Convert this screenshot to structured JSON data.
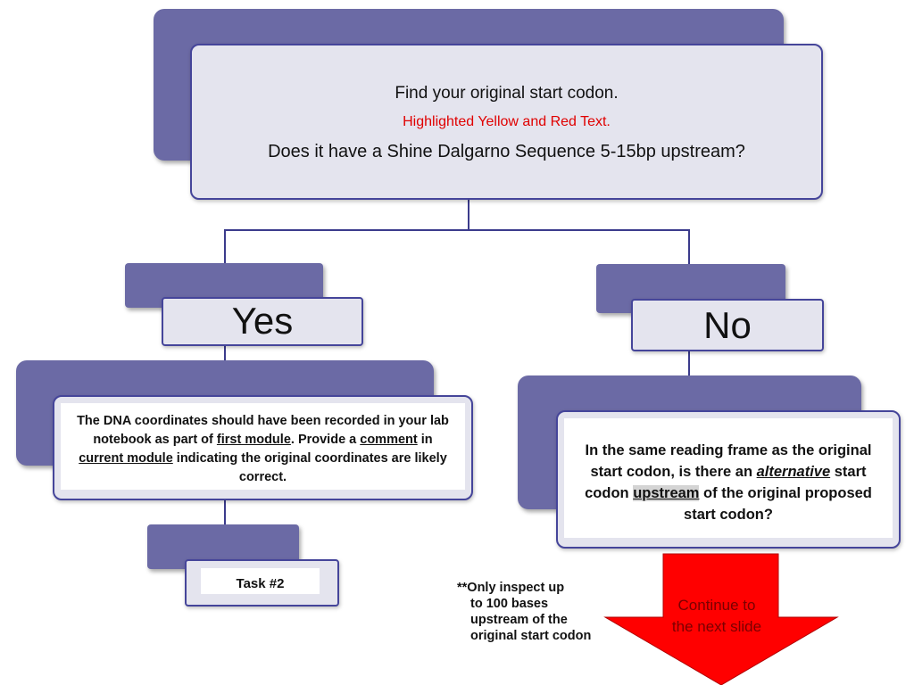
{
  "top_box": {
    "line1": "Find your original start codon.",
    "line2": "Highlighted Yellow and Red Text.",
    "line3": "Does it have a Shine Dalgarno Sequence 5-15bp upstream?"
  },
  "yes_label": "Yes",
  "no_label": "No",
  "yes_box": {
    "t1": "The DNA coordinates should have been recorded in your lab notebook as part of ",
    "first_module": "first module",
    "t2": ". Provide a ",
    "comment": "comment",
    "t3": " in ",
    "current_module": "current module",
    "t4": " indicating the original coordinates are likely correct."
  },
  "no_box": {
    "t1": "In the same reading frame as the original start codon, is there an ",
    "alternative": "alternative",
    "t2": " start codon ",
    "upstream": "upstream",
    "t3": " of the original proposed start codon?"
  },
  "task_label": "Task #2",
  "note": {
    "line1": "**Only inspect up",
    "line2": "to 100 bases",
    "line3": "upstream of the",
    "line4": "original start codon"
  },
  "arrow": {
    "label": "Continue to the next slide",
    "color": "#ff0000"
  },
  "colors": {
    "back_box": "#6b6aa5",
    "front_box": "#e4e4ee",
    "border": "#45459a",
    "red_text": "#e00000"
  }
}
